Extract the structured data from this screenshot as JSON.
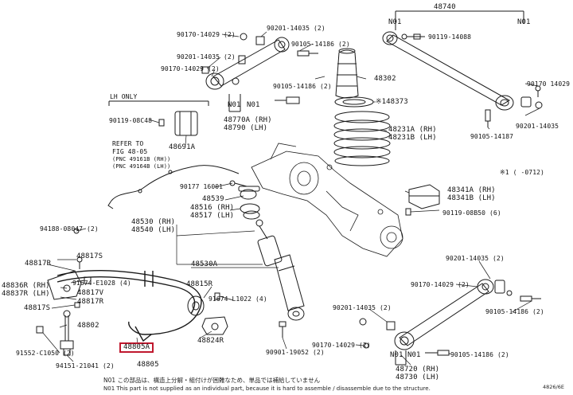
{
  "labels": {
    "p48740": "48740",
    "n01_a": "N01",
    "n01_b": "N01",
    "n01_c": "N01",
    "n01_d": "N01",
    "n01_e": "N01",
    "n01_f": "N01",
    "p90119_14088": "90119-14088",
    "p90170_14029_a": "90170-14029 (2)",
    "p90201_14035_a": "90201-14035 (2)",
    "p90105_14186_a": "90105-14186 (2)",
    "p90201_14035_b": "90201-14035 (2)",
    "p90170_14029_b": "90170-14029 (2)",
    "p48302": "48302",
    "p90105_14186_b": "90105-14186 (2)",
    "p90170_14029_c": "90170 14029",
    "p90201_14035_c": "90201-14035",
    "p48373": "※148373",
    "lh_only": "LH ONLY",
    "p90119_08c48": "90119-08C48",
    "p48691a": "48691A",
    "p48770a": "48770A (RH)",
    "p48790": "48790 (LH)",
    "p48231a": "48231A (RH)",
    "p48231b": "48231B (LH)",
    "p90105_14187": "90105-14187",
    "refer1": "REFER TO",
    "refer2": "FIG 48-05",
    "refer3": "(PNC 49161B (RH))",
    "refer4": "(PNC 49164B (LH))",
    "date_range": "※1 (    -0712)",
    "p90177_16001": "90177 16001",
    "p48539": "48539",
    "p48516": "48516 (RH)",
    "p48517": "48517 (LH)",
    "p48341a": "48341A (RH)",
    "p48341b": "48341B (LH)",
    "p90119_08b50": "90119-08B50 (6)",
    "p48530": "48530 (RH)",
    "p48540": "48540 (LH)",
    "p94188_08047": "94188-08047 (2)",
    "p48817s_a": "48817S",
    "p48817r_a": "48817R",
    "p48836r": "48836R (RH)",
    "p48837r": "48837R (LH)",
    "p91674_e1028": "91674-E1028 (4)",
    "p48817v": "48817V",
    "p48817r_b": "48817R",
    "p48817s_b": "48817S",
    "p48802": "48802",
    "p91552_c1050": "91552-C1050 (2)",
    "p94151_21041": "94151-21041 (2)",
    "p48530a": "48530A",
    "p48815r": "48815R",
    "p91674_l1022": "91674-L1022 (4)",
    "p48824r": "48824R",
    "p48805a": "48805A",
    "p48805": "48805",
    "p90901_19052": "90901-19052 (2)",
    "p90201_14035_d": "90201-14035 (2)",
    "p90170_14029_d": "90170-14029 (2)",
    "p90105_14186_d": "90105-14186 (2)",
    "p90201_14035_e": "90201-14035 (2)",
    "p90170_14029_e": "90170-14029 (2)",
    "p90105_14186_e": "90105-14186 (2)",
    "p48720": "48720 (RH)",
    "p48730": "48730 (LH)",
    "footnote_jp": "N01  この部品は、構造上分解・組付けが困難なため、単品では補給していません",
    "footnote_en": "N01  This part is not supplied as an individual part, because it is hard to assemble / disassemble due to the structure.",
    "fig_code": "4826/6E"
  },
  "colors": {
    "line": "#1a1a1a",
    "highlight_border": "#c0182e"
  }
}
